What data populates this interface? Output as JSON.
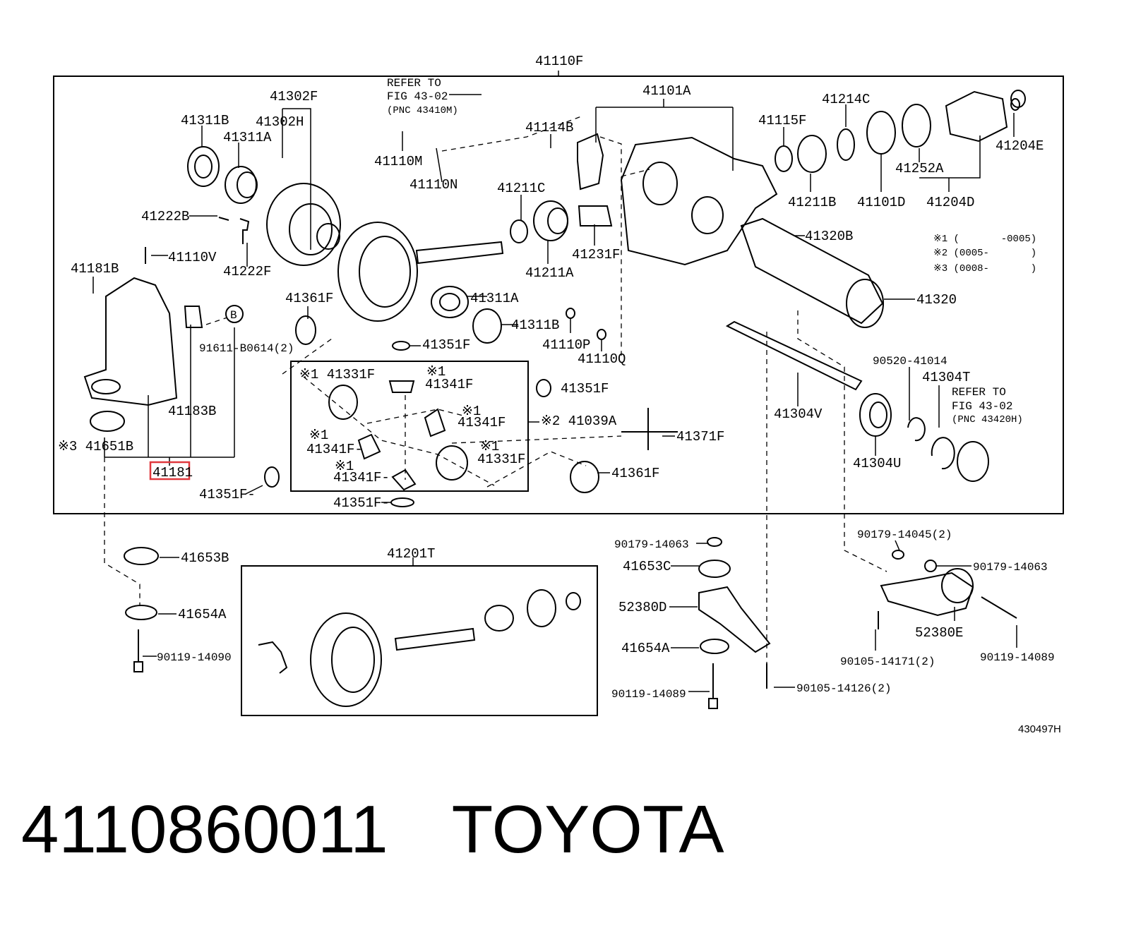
{
  "diagram": {
    "assembly_label": "41110F",
    "fig_id": "430497H",
    "highlight_label": "41181",
    "refer_top": [
      "REFER TO",
      "FIG 43-02",
      "(PNC 43410M)"
    ],
    "refer_right": [
      "REFER TO",
      "FIG 43-02",
      "(PNC 43420H)"
    ],
    "notes": [
      "※1 (       -0005)",
      "※2 (0005-       )",
      "※3 (0008-       )"
    ],
    "circle_b": "B",
    "labels": [
      "41302F",
      "41311B",
      "41302H",
      "41311A",
      "41222B",
      "41222F",
      "41110V",
      "41181B",
      "41183B",
      "91611-B0614(2)",
      "※3 41651B",
      "41181",
      "41110M",
      "41110N",
      "41114B",
      "41101A",
      "41115F",
      "41214C",
      "41204E",
      "41211C",
      "41211A",
      "41231F",
      "41211B",
      "41101D",
      "41252A",
      "41204D",
      "41320B",
      "41320",
      "41361F",
      "41311A",
      "41311B",
      "41110P",
      "41110Q",
      "41351F",
      "41351F",
      "41304V",
      "90520-41014",
      "41304T",
      "41304U",
      "※1 41331F",
      "※1",
      "41341F",
      "※1",
      "41341F",
      "※1",
      "41341F-",
      "※1",
      "41331F",
      "※1",
      "41341F-",
      "※2 41039A",
      "41371F",
      "41361F",
      "41351F-",
      "41351F-",
      "41653B",
      "41654A",
      "90119-14090",
      "41201T",
      "90179-14063",
      "41653C",
      "52380D",
      "41654A",
      "90119-14089",
      "90105-14126(2)",
      "90179-14045(2)",
      "90179-14063",
      "52380E",
      "90105-14171(2)",
      "90119-14089"
    ]
  },
  "footer": {
    "part_number": "4110860011",
    "brand": "TOYOTA"
  }
}
